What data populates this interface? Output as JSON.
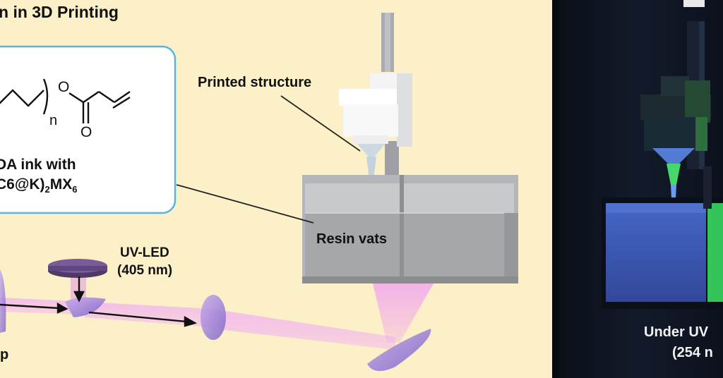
{
  "title": "n in 3D Printing",
  "ink_card": {
    "n_subscript": "n",
    "oxygen_ester": "O",
    "oxygen_carbonyl": "O",
    "line1": "DA ink with",
    "line2_pre": "C6@K)",
    "line2_sub1": "2",
    "line2_mid": "MX",
    "line2_sub2": "6"
  },
  "labels": {
    "printed_structure": "Printed structure",
    "resin_vats": "Resin vats",
    "uv_led_line1": "UV-LED",
    "uv_led_line2": "(405 nm)",
    "partial_left": "p",
    "under_uv_line1": "Under UV",
    "under_uv_line2": "(254 n"
  },
  "colors": {
    "background": "#fbf0c8",
    "dark_panel": "#0e1420",
    "card_border": "#55b6e0",
    "beam": "#f0a6e6",
    "optic": "#9a7bd4",
    "glow_green": "#3ed66a",
    "glow_blue": "#4a6cc8"
  }
}
